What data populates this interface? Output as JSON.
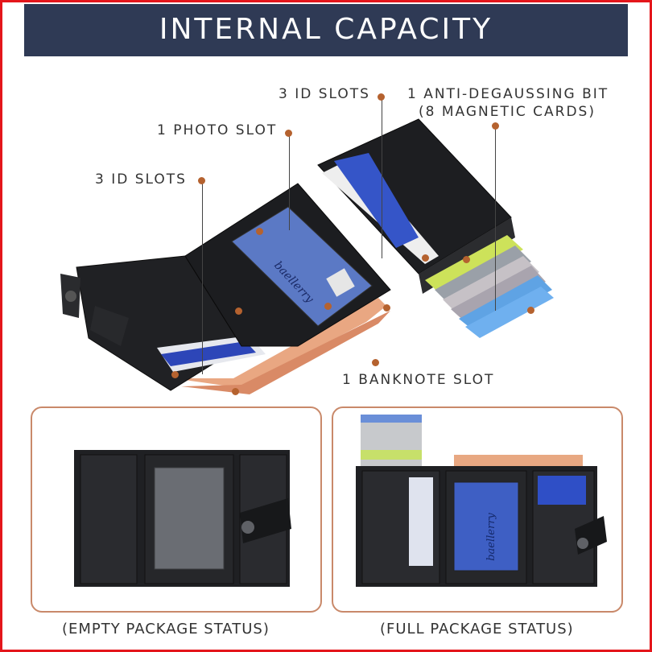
{
  "banner": {
    "title": "INTERNAL CAPACITY"
  },
  "labels": {
    "id_slots_left": "3 ID SLOTS",
    "photo_slot": "1 PHOTO SLOT",
    "id_slots_right": "3 ID SLOTS",
    "anti_degauss_line1": "1 ANTI-DEGAUSSING BIT",
    "anti_degauss_line2": "(8 MAGNETIC CARDS)",
    "banknote_slot": "1 BANKNOTE SLOT"
  },
  "brand": {
    "name": "baellerry"
  },
  "captions": {
    "empty": "(EMPTY PACKAGE STATUS)",
    "full": "(FULL PACKAGE STATUS)"
  },
  "colors": {
    "banner": "#2f3a55",
    "frame": "#e4161b",
    "marker": "#b5622f",
    "panel_border": "#c9896a",
    "leather": "#1e1f22"
  }
}
